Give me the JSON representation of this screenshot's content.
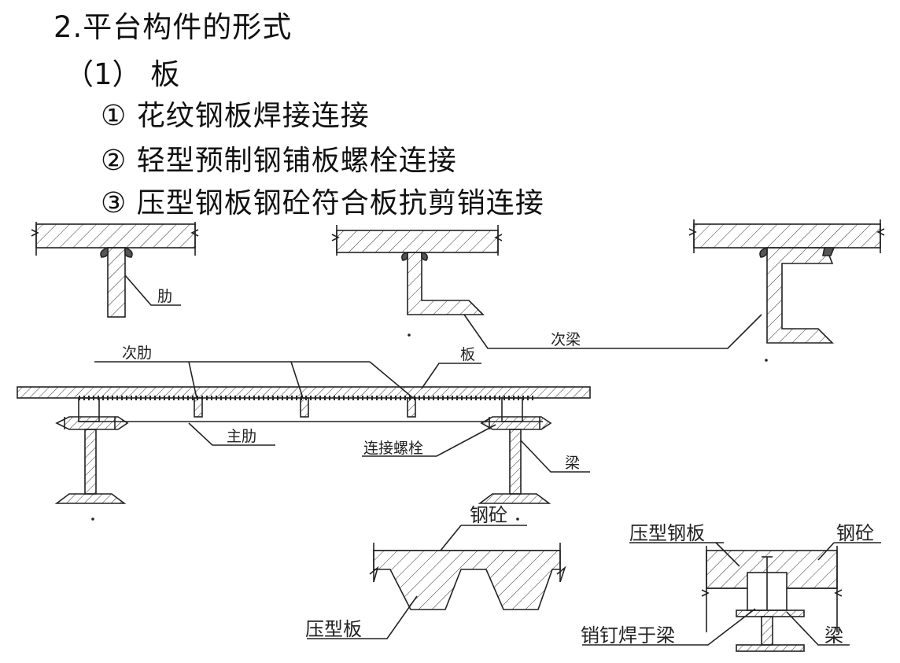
{
  "section_title": "2.平台构件的形式",
  "subsection_title": "（1） 板",
  "items": [
    "① 花纹钢板焊接连接",
    "② 轻型预制钢铺板螺栓连接",
    "③ 压型钢板钢砼符合板抗剪销连接"
  ],
  "labels": {
    "rib": "肋",
    "secondary_beam": "次梁",
    "secondary_rib": "次肋",
    "plate": "板",
    "main_rib": "主肋",
    "connecting_bolt": "连接螺栓",
    "beam_mid": "梁",
    "concrete_left": "钢砼",
    "profiled_plate": "压型板",
    "profiled_steel_plate": "压型钢板",
    "concrete_right": "钢砼",
    "stud_welded": "销钉焊于梁",
    "beam_right": "梁"
  }
}
